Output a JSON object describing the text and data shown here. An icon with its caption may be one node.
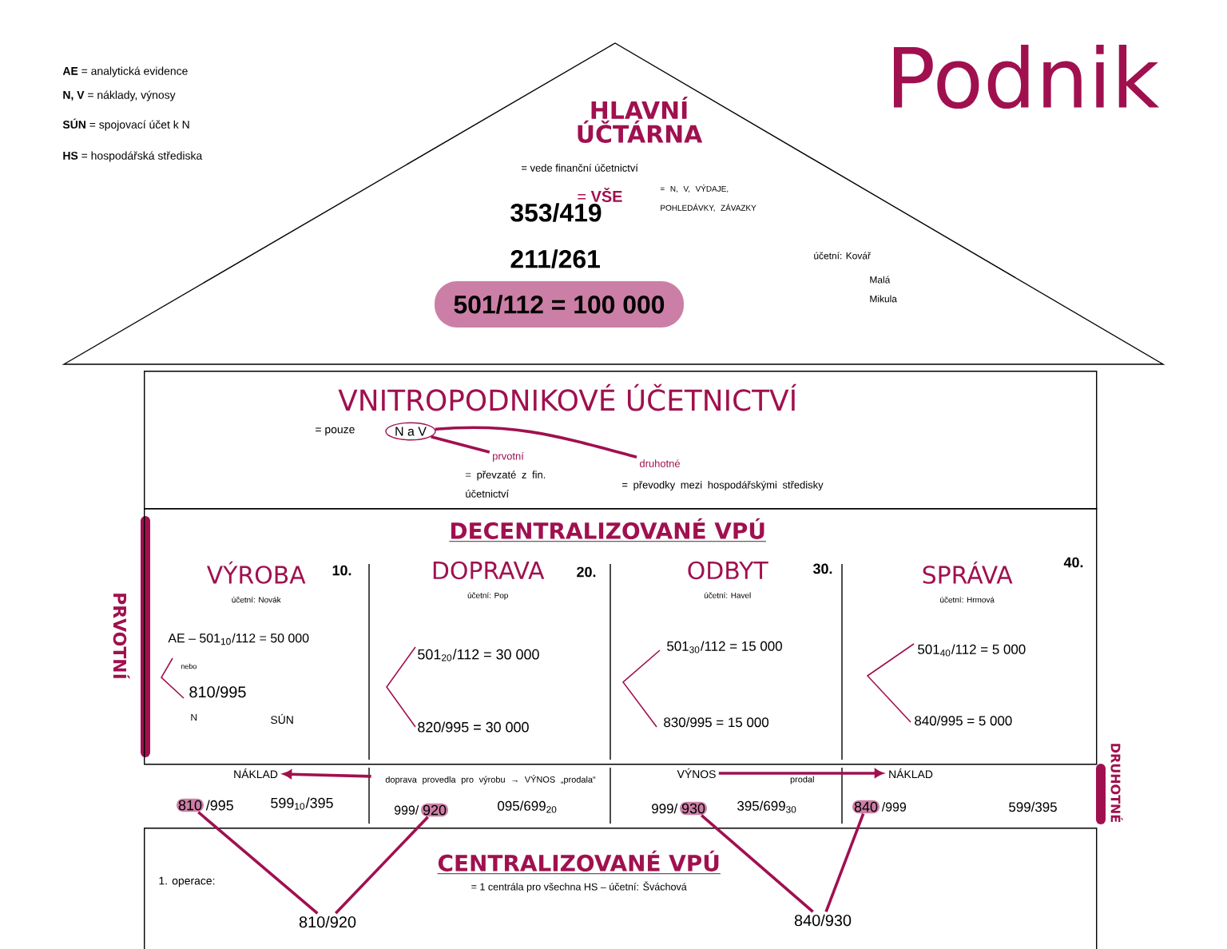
{
  "diagram": {
    "title": "Podnik",
    "nodes": [
      {
        "text": [
          "HLAVNÍ ÚČTÁRNA"
        ]
      },
      {
        "text": [
          "501/112 = 100 000"
        ]
      },
      {
        "text": [
          "VNITROPODNIKOVÉ ÚČETNICTVÍ"
        ]
      },
      {
        "text": [
          "N a V"
        ],
        "in": 2
      },
      {
        "text": [
          "prvotní"
        ],
        "in": 2
      },
      {
        "text": [
          "druhotné"
        ],
        "in": 2
      },
      {
        "text": [
          "DECENTRALIZOVANÉ VPÚ"
        ]
      },
      {
        "text": [
          "VÝROBA",
          "účetní: Novák"
        ],
        "beside": [
          "10."
        ],
        "in": 6
      },
      {
        "text": [
          "DOPRAVA",
          "účetní: Pop"
        ],
        "beside": [
          "20."
        ],
        "in": 6
      },
      {
        "text": [
          "ODBYT",
          "účetní: Havel"
        ],
        "beside": [
          "30."
        ],
        "in": 6
      },
      {
        "text": [
          "SPRÁVA",
          "účetní: Hrmová"
        ],
        "beside": [
          "40."
        ],
        "in": 6
      },
      {
        "text": [
          "NÁKLAD"
        ]
      },
      {
        "text": [
          "doprava provedla pro výrobu → VÝNOS „prodala“"
        ]
      },
      {
        "text": [
          "VÝNOS"
        ]
      },
      {
        "text": [
          "NÁKLAD"
        ]
      },
      {
        "text": [
          "810"
        ]
      },
      {
        "text": [
          "920"
        ]
      },
      {
        "text": [
          "930"
        ]
      },
      {
        "text": [
          "840"
        ]
      },
      {
        "text": [
          "CENTRALIZOVANÉ VPÚ",
          "= 1 centrála pro všechna HS – účetní: Šváchová"
        ]
      },
      {
        "text": [
          "810/920"
        ],
        "in": 19
      },
      {
        "text": [
          "840/930"
        ],
        "in": 19
      }
    ],
    "edges": [
      {
        "from": 3,
        "to": 4,
        "arrow": "none"
      },
      {
        "from": 3,
        "to": 5,
        "arrow": "none"
      },
      {
        "from": 12,
        "to": 11,
        "arrow": "to"
      },
      {
        "from": 13,
        "to": 14,
        "arrow": "to",
        "label": "prodal"
      },
      {
        "from": 15,
        "to": 20,
        "arrow": "none"
      },
      {
        "from": 16,
        "to": 20,
        "arrow": "none"
      },
      {
        "from": 17,
        "to": 21,
        "arrow": "none"
      },
      {
        "from": 18,
        "to": 21,
        "arrow": "none"
      }
    ],
    "labels": [
      "**AE** = analytická evidence",
      "**N, V** = náklady, výnosy",
      "**SÚN** = spojovací účet k N",
      "**HS** = hospodářská střediska",
      "= vede finanční účetnictví",
      "= **VŠE**",
      "= N, V, VÝDAJE, POHLEDÁVKY, ZÁVAZKY",
      "353/419",
      "211/261",
      "účetní: Kovář",
      "Malá",
      "Mikula",
      "= pouze",
      "= převzaté z fin. účetnictví",
      "= převodky mezi hospodářskými středisky",
      "PRVOTNÍ",
      "AE – 501$_{10}$/112 = 50 000",
      "nebo",
      "810/995",
      "N",
      "SÚN",
      "501$_{20}$/112 = 30 000",
      "820/995 = 30 000",
      "501$_{30}$/112 = 15 000",
      "830/995 = 15 000",
      "501$_{40}$/112 = 5 000",
      "840/995 = 5 000",
      "DRUHOTNÉ",
      "/995",
      "599$_{10}$/395",
      "999/",
      "095/699$_{20}$",
      "999/",
      "395/699$_{30}$",
      "/999",
      "599/395",
      "1. operace:"
    ]
  }
}
